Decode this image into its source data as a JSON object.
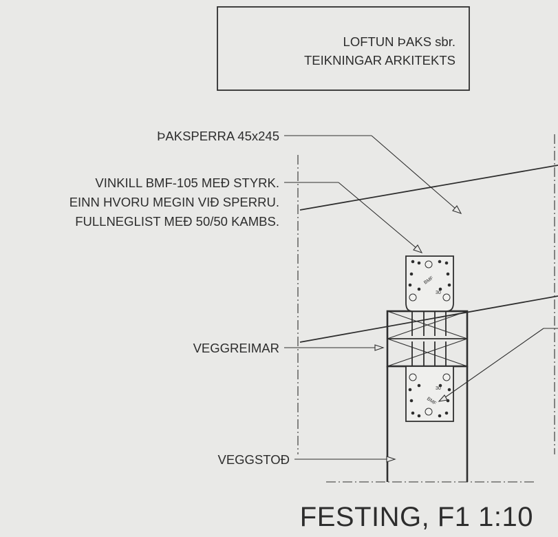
{
  "note_box": {
    "line1": "LOFTUN ÞAKS sbr.",
    "line2": "TEIKNINGAR ARKITEKTS"
  },
  "labels": {
    "rafter": "ÞAKSPERRA 45x245",
    "bracket_line1": "VINKILL BMF-105 MEÐ STYRK.",
    "bracket_line2": "EINN HVORU MEGIN VIÐ SPERRU.",
    "bracket_line3": "FULLNEGLIST MEÐ 50/50 KAMBS.",
    "wall_plates": "VEGGREIMAR",
    "wall_stud": "VEGGSTOÐ"
  },
  "title": "FESTING, F1 1:10",
  "bracket_marks": {
    "top_a": "BMF",
    "top_b": "30",
    "bottom_a": "BMF",
    "bottom_b": "30"
  },
  "colors": {
    "ink": "#2e2e2e",
    "paper": "#e9e9e7"
  }
}
